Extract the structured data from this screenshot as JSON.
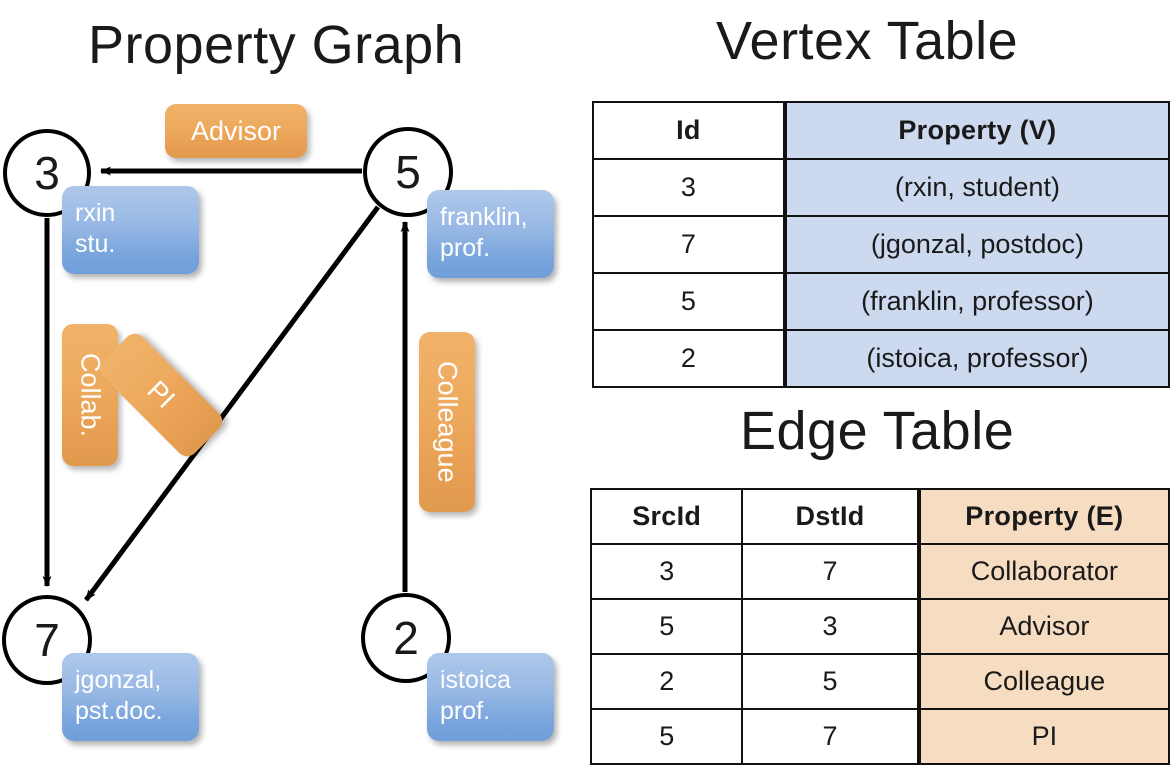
{
  "titles": {
    "property_graph": "Property Graph",
    "vertex_table": "Vertex Table",
    "edge_table": "Edge Table"
  },
  "graph": {
    "vertices": [
      {
        "id": "3",
        "name": "rxin",
        "role": "stu.",
        "label_line1": "rxin",
        "label_line2": "stu."
      },
      {
        "id": "5",
        "name": "franklin",
        "role": "prof.",
        "label_line1": "franklin,",
        "label_line2": "prof."
      },
      {
        "id": "7",
        "name": "jgonzal",
        "role": "pst.doc.",
        "label_line1": "jgonzal,",
        "label_line2": "pst.doc."
      },
      {
        "id": "2",
        "name": "istoica",
        "role": "prof.",
        "label_line1": "istoica",
        "label_line2": "prof."
      }
    ],
    "edge_labels": [
      {
        "key": "advisor",
        "text": "Advisor",
        "orientation": "horizontal"
      },
      {
        "key": "collab",
        "text": "Collab.",
        "orientation": "vertical"
      },
      {
        "key": "pi",
        "text": "PI",
        "orientation": "diagonal"
      },
      {
        "key": "colleague",
        "text": "Colleague",
        "orientation": "vertical"
      }
    ],
    "edges": [
      {
        "src": "5",
        "dst": "3",
        "label": "Advisor"
      },
      {
        "src": "3",
        "dst": "7",
        "label": "Collab."
      },
      {
        "src": "5",
        "dst": "7",
        "label": "PI"
      },
      {
        "src": "2",
        "dst": "5",
        "label": "Colleague"
      }
    ]
  },
  "vertex_table": {
    "headers": [
      "Id",
      "Property (V)"
    ],
    "rows": [
      {
        "id": "3",
        "property": "(rxin, student)"
      },
      {
        "id": "7",
        "property": "(jgonzal, postdoc)"
      },
      {
        "id": "5",
        "property": "(franklin, professor)"
      },
      {
        "id": "2",
        "property": "(istoica, professor)"
      }
    ]
  },
  "edge_table": {
    "headers": [
      "SrcId",
      "DstId",
      "Property (E)"
    ],
    "rows": [
      {
        "src": "3",
        "dst": "7",
        "property": "Collaborator"
      },
      {
        "src": "5",
        "dst": "3",
        "property": "Advisor"
      },
      {
        "src": "2",
        "dst": "5",
        "property": "Colleague"
      },
      {
        "src": "5",
        "dst": "7",
        "property": "PI"
      }
    ]
  },
  "colors": {
    "vertex_property_blue": "#7ba6dd",
    "edge_label_orange": "#e8a054",
    "vertex_table_cell": "#ccd9ef",
    "edge_table_cell": "#f6dcc1",
    "stroke": "#000000"
  }
}
